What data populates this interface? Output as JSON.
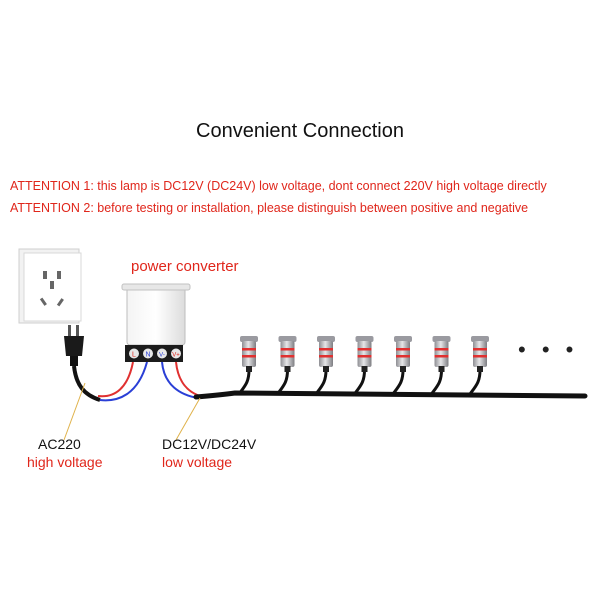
{
  "title": "Convenient Connection",
  "attention": [
    "ATTENTION 1: this lamp is DC12V (DC24V) low voltage, dont connect 220V high voltage directly",
    "ATTENTION 2: before testing or installation, please distinguish between positive and negative"
  ],
  "converter": {
    "label": "power converter",
    "terminals": [
      "L",
      "N",
      "V-",
      "V+"
    ]
  },
  "input": {
    "label": "AC220",
    "sublabel": "high voltage"
  },
  "output": {
    "label": "DC12V/DC24V",
    "sublabel": "low voltage"
  },
  "lamps_count": 7,
  "continuation": "• • •",
  "colors": {
    "accent_red": "#e0261b",
    "wire_blue": "#2a3fd6",
    "wire_red": "#e03030",
    "cable": "#111111",
    "lamp_body": "#b9b9bd"
  }
}
